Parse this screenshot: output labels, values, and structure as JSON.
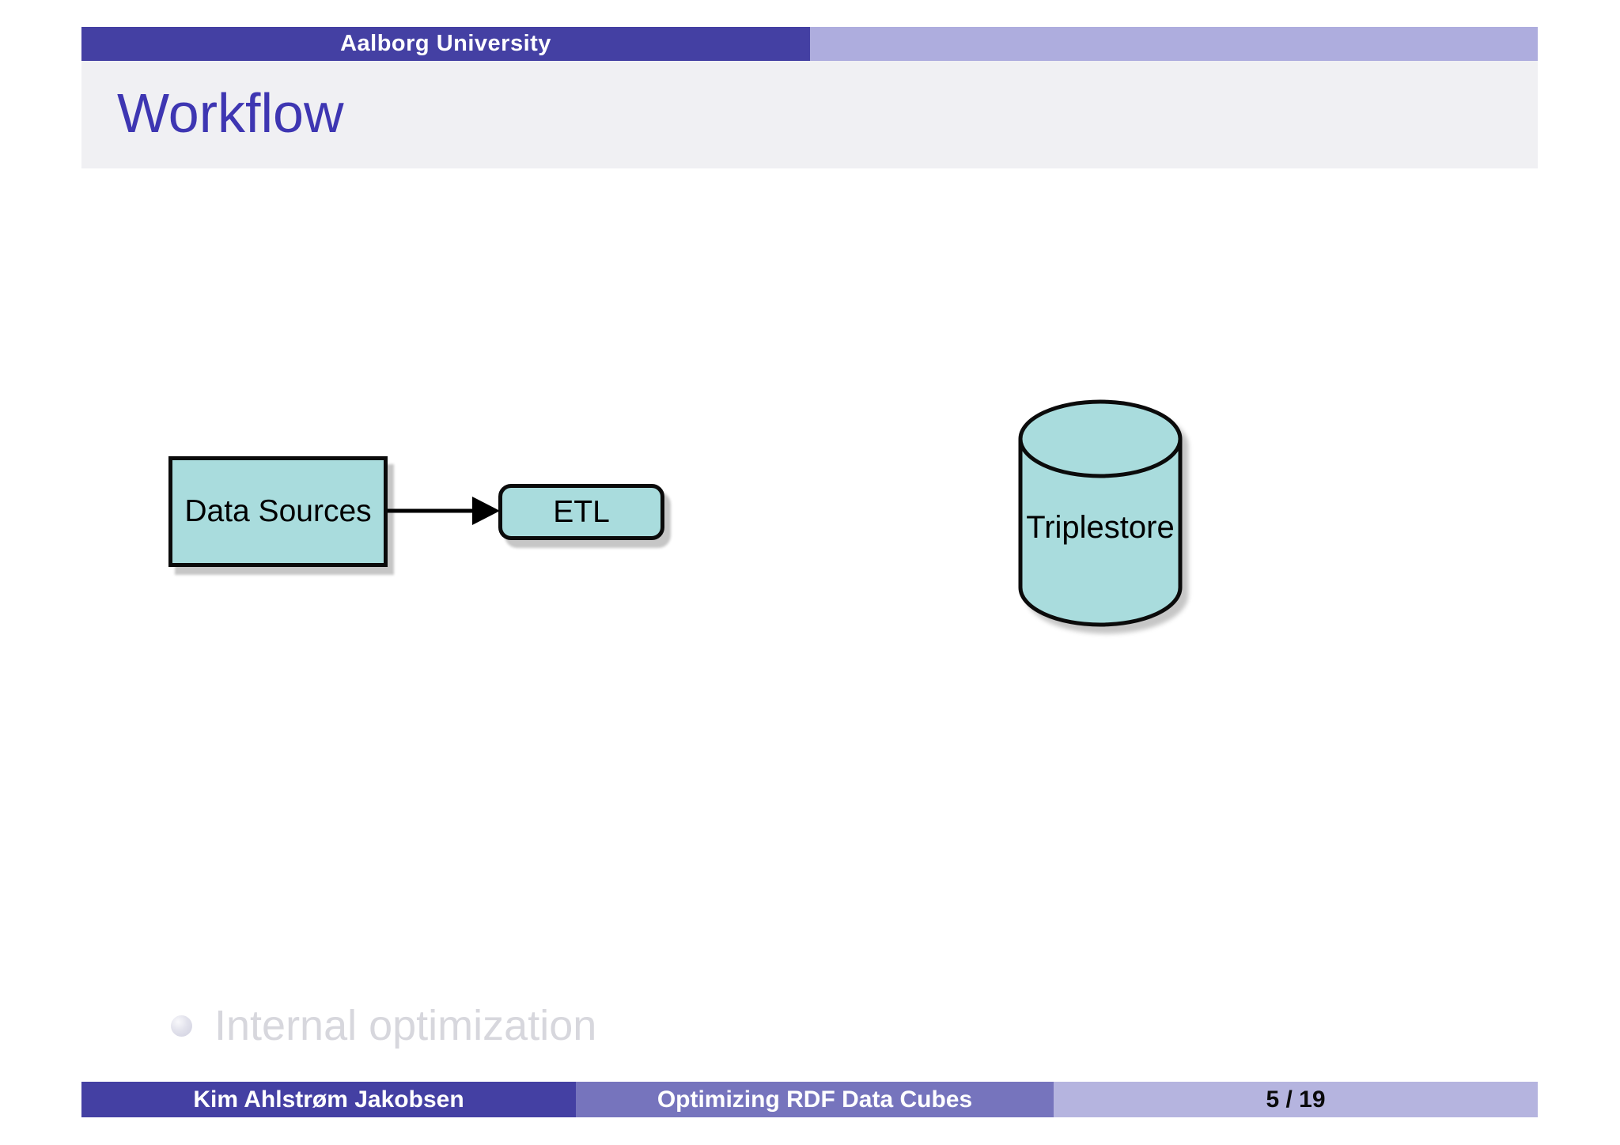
{
  "slide": {
    "header": {
      "institution": "Aalborg University"
    },
    "title": "Workflow",
    "diagram": {
      "data_sources_label": "Data Sources",
      "etl_label": "ETL",
      "triplestore_label": "Triplestore",
      "edges": [
        {
          "from": "data-sources",
          "to": "etl",
          "style": "solid-arrow"
        }
      ]
    },
    "bullet": {
      "label": "Internal optimization",
      "state": "dimmed-upcoming"
    },
    "footer": {
      "author": "Kim Ahlstrøm Jakobsen",
      "deck_title": "Optimizing RDF Data Cubes",
      "page_indicator": "5 / 19"
    },
    "colors": {
      "header_dark": "#4440a3",
      "header_light": "#aeadde",
      "title_bg": "#f0f0f3",
      "title_text": "#3e36b2",
      "node_fill": "#a9dcdd",
      "node_border": "#0b0b0b",
      "shadow": "#c6c6c6",
      "footer_middle": "#7674bd",
      "footer_right": "#b5b4df",
      "dimmed_text": "#d7d7dd"
    }
  }
}
